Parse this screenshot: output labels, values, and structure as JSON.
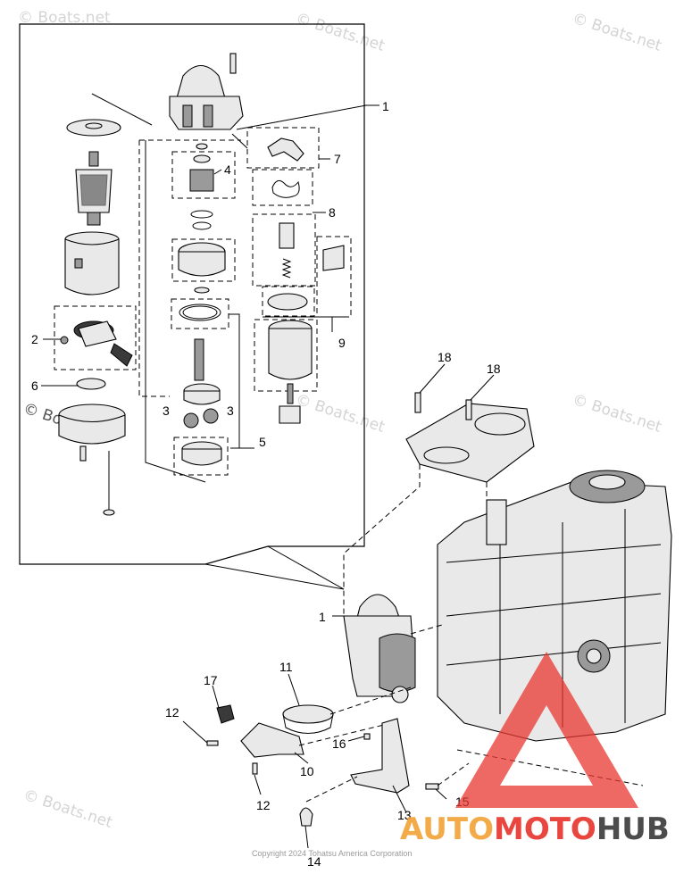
{
  "watermarks": [
    "© Boats.net",
    "© Boats.net",
    "© Boats.net",
    "© Boats.net",
    "© Boats.net",
    "© Boats.net",
    "© Boats.net"
  ],
  "callouts": {
    "c1_top": "1",
    "c1_bottom": "1",
    "c2": "2",
    "c3_left": "3",
    "c3_right": "3",
    "c4": "4",
    "c5": "5",
    "c6": "6",
    "c7": "7",
    "c8": "8",
    "c9": "9",
    "c10": "10",
    "c11": "11",
    "c12_left": "12",
    "c12_bottom": "12",
    "c13": "13",
    "c14": "14",
    "c15": "15",
    "c16": "16",
    "c17": "17",
    "c18_left": "18",
    "c18_right": "18"
  },
  "copyright": "Copyright 2024 Tohatsu America Corporation",
  "logo": {
    "auto": "AUTO",
    "moto": "MOTO",
    "hub": "HUB",
    "color_red": "#e8372f",
    "color_orange": "#f3a33a",
    "color_dark": "#3d3d3d"
  }
}
